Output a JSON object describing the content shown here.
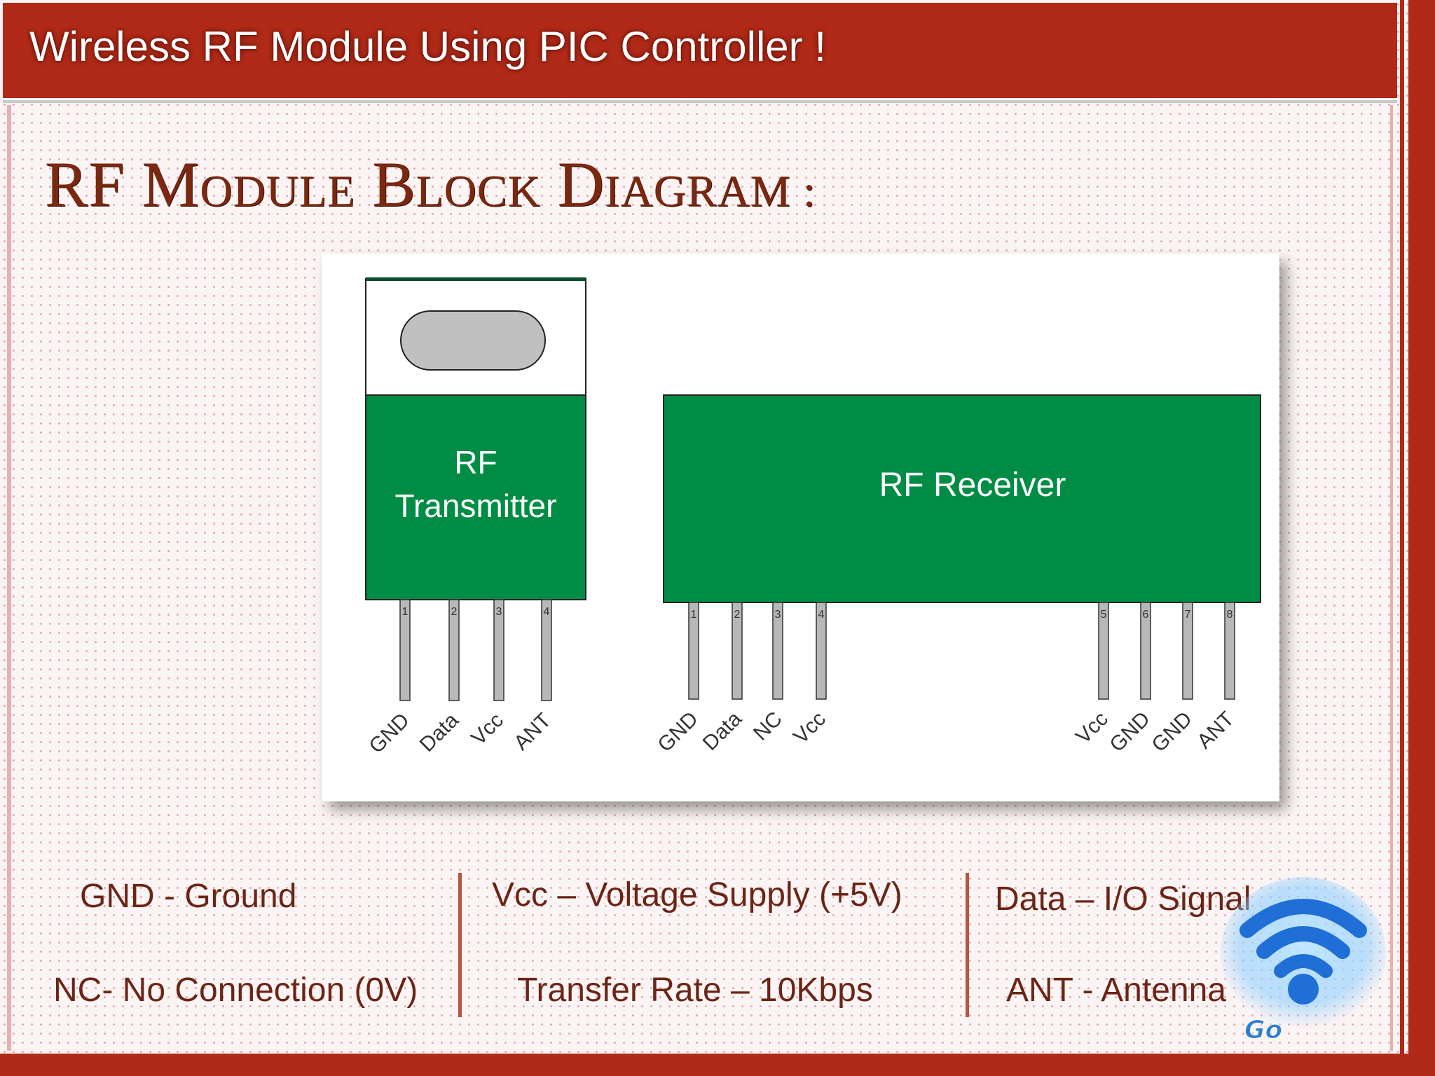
{
  "slide": {
    "title": "Wireless RF Module Using PIC Controller !",
    "heading_parts": [
      "R",
      "F",
      " M",
      "ODULE",
      " B",
      "LOCK",
      " D",
      "IAGRAM",
      " :"
    ]
  },
  "diagram": {
    "transmitter": {
      "label_line1": "RF",
      "label_line2": "Transmitter",
      "pin_numbers": [
        "1",
        "2",
        "3",
        "4"
      ],
      "pin_names": [
        "GND",
        "Data",
        "Vcc",
        "ANT"
      ]
    },
    "receiver": {
      "label": "RF Receiver",
      "pin_numbers": [
        "1",
        "2",
        "3",
        "4",
        "5",
        "6",
        "7",
        "8"
      ],
      "pin_names": [
        "GND",
        "Data",
        "NC",
        "Vcc",
        "Vcc",
        "GND",
        "GND",
        "ANT"
      ]
    },
    "colors": {
      "module_green": "#008c45",
      "crystal_gray": "#c0c0c0",
      "pin_gray": "#b8b8b8"
    }
  },
  "legend": {
    "gnd": "GND - Ground",
    "nc": "NC- No Connection (0V)",
    "vcc": "Vcc – Voltage Supply (+5V)",
    "rate": "Transfer Rate – 10Kbps",
    "data": "Data – I/O Signal",
    "ant": "ANT - Antenna"
  },
  "logo": {
    "icon": "wifi-icon",
    "text": "Go"
  }
}
